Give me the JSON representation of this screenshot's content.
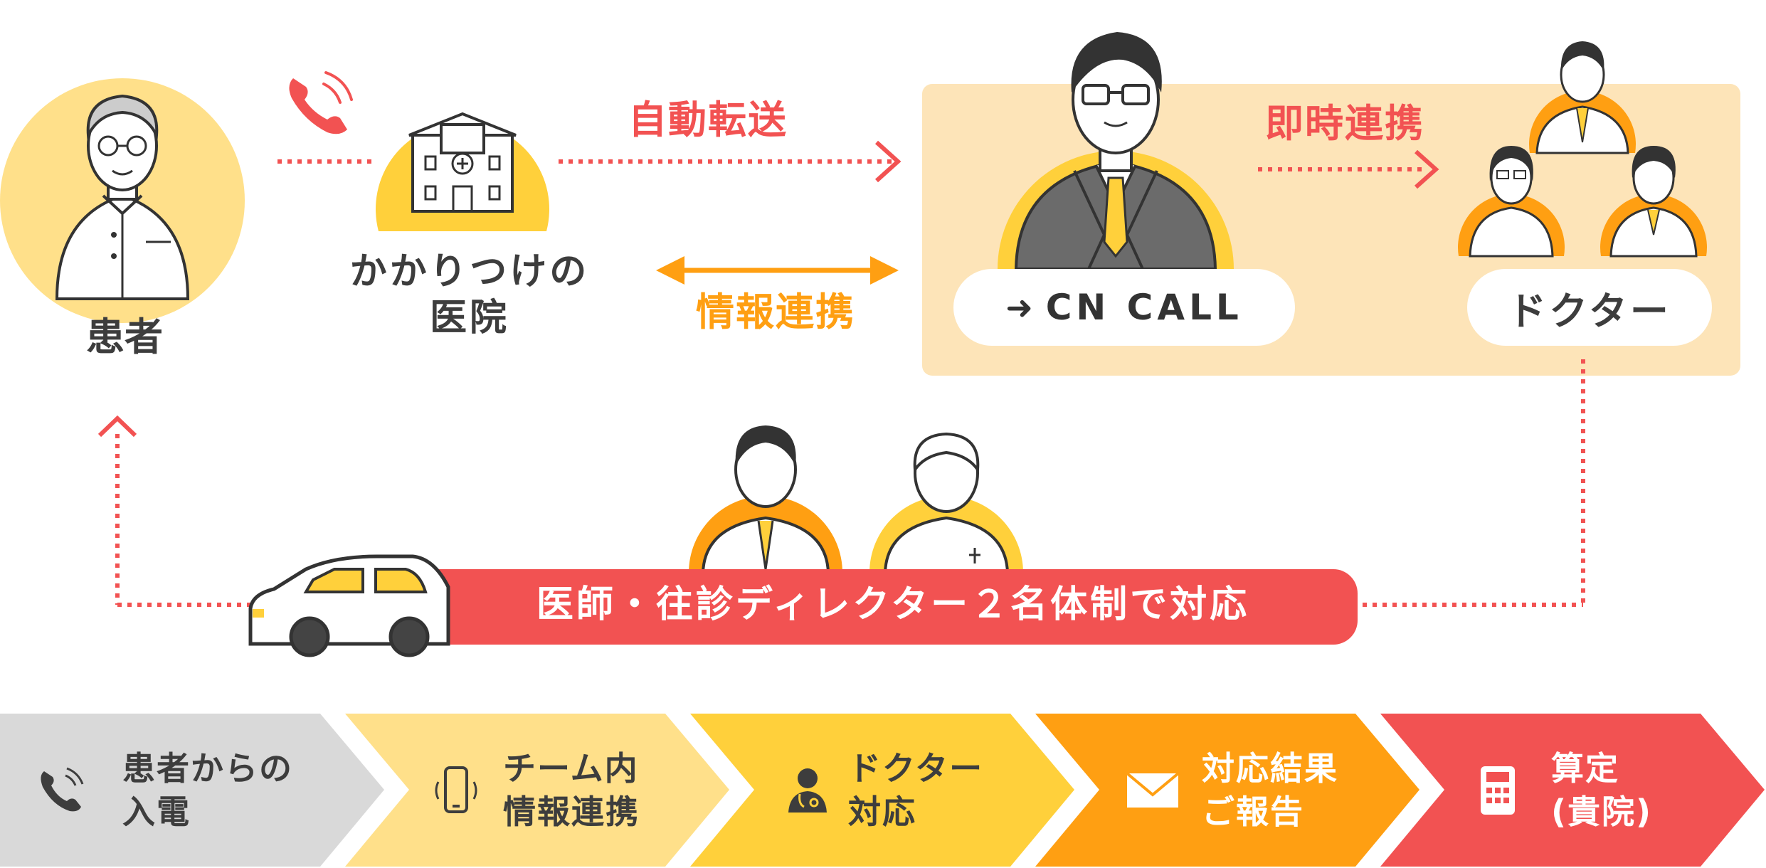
{
  "nodes": {
    "patient": "患者",
    "clinic": "かかりつけの\n医院",
    "oncall_logo": "CN CALL",
    "doctor": "ドクター"
  },
  "edges": {
    "auto_transfer": "自動転送",
    "info_share": "情報連携",
    "instant_share": "即時連携"
  },
  "banner": {
    "text": "医師・往診ディレクター２名体制で対応"
  },
  "steps": [
    {
      "label": "患者からの\n入電",
      "icon": "phone-icon"
    },
    {
      "label": "チーム内\n情報連携",
      "icon": "smartphone-icon"
    },
    {
      "label": "ドクター\n対応",
      "icon": "doctor-icon"
    },
    {
      "label": "対応結果\nご報告",
      "icon": "envelope-icon"
    },
    {
      "label": "算定\n(貴院)",
      "icon": "calculator-icon"
    }
  ],
  "colors": {
    "red": "#f25252",
    "orange": "#ff9f12",
    "yellow": "#ffd03b",
    "light_yellow": "#ffe08a",
    "peach_panel": "#fde4b8",
    "gray_step": "#d9d9d9",
    "dark_text": "#3d3d3d"
  }
}
